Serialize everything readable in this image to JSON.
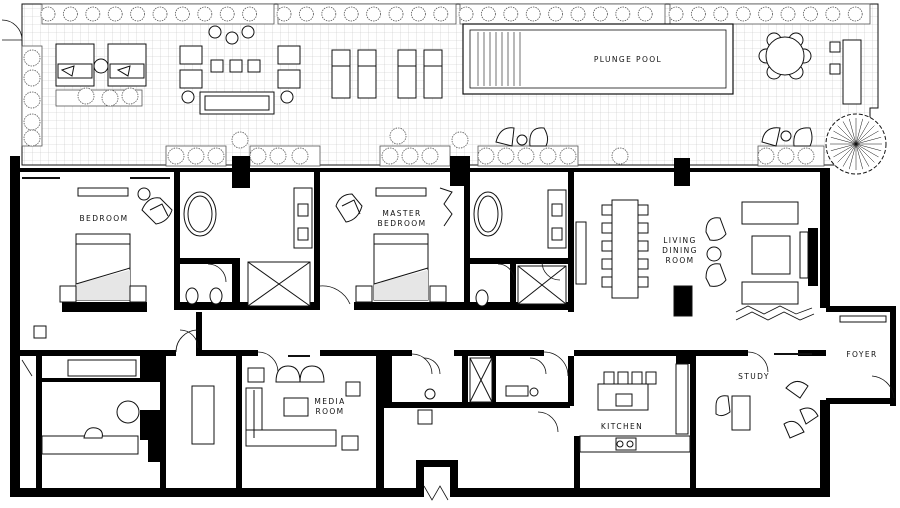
{
  "labels": {
    "plunge_pool": "PLUNGE POOL",
    "bedroom": "BEDROOM",
    "master_bedroom_line1": "MASTER",
    "master_bedroom_line2": "BEDROOM",
    "living_line1": "LIVING",
    "living_line2": "DINING",
    "living_line3": "ROOM",
    "media_line1": "MEDIA",
    "media_line2": "ROOM",
    "foyer": "FOYER",
    "study": "STUDY",
    "kitchen": "KITCHEN"
  },
  "colors": {
    "wall": "#000000",
    "line": "#111111",
    "grid": "#bfbfbf",
    "hedge": "#7a7a7a"
  }
}
